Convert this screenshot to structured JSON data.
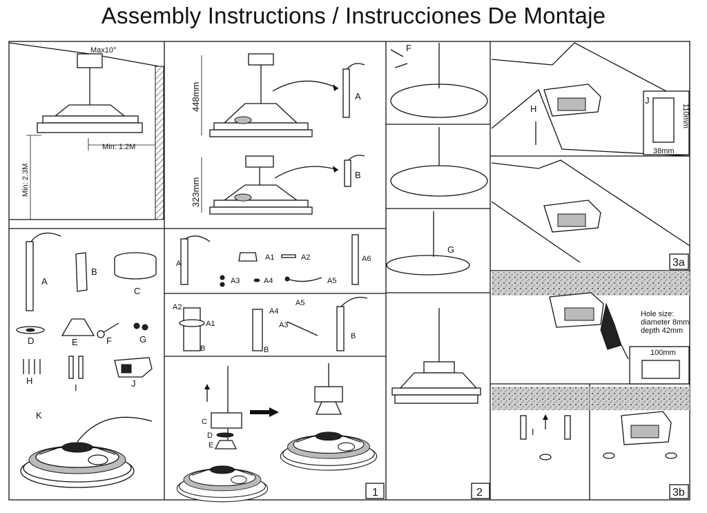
{
  "title": "Assembly Instructions / Instrucciones De Montaje",
  "panel_clearance": {
    "max_angle": "Max10°",
    "min_wall": "Min:  1.2M",
    "min_floor": "Min:  2.3M"
  },
  "panel_rods": {
    "long_dim": "448mm",
    "short_dim": "323mm",
    "rod_a": "A",
    "rod_b": "B"
  },
  "parts": {
    "a": "A",
    "b": "B",
    "c": "C",
    "d": "D",
    "e": "E",
    "f": "F",
    "g": "G",
    "h": "H",
    "i": "I",
    "j": "J",
    "k": "K"
  },
  "subparts": {
    "a": "A",
    "a1": "A1",
    "a2": "A2",
    "a3": "A3",
    "a4": "A4",
    "a5": "A5",
    "a6": "A6",
    "b": "B"
  },
  "step_labels": {
    "c": "C",
    "d": "D",
    "e": "E",
    "f": "F",
    "g": "G",
    "h": "H",
    "i": "I",
    "j": "J"
  },
  "dimensions": {
    "bracket_height": "110mm",
    "bracket_width": "38mm",
    "hole_size_title": "Hole size:",
    "hole_diameter": "diameter 8mm",
    "hole_depth": "depth 42mm",
    "bracket_span": "100mm"
  },
  "step_numbers": {
    "one": "1",
    "two": "2",
    "three_a": "3a",
    "three_b": "3b"
  }
}
